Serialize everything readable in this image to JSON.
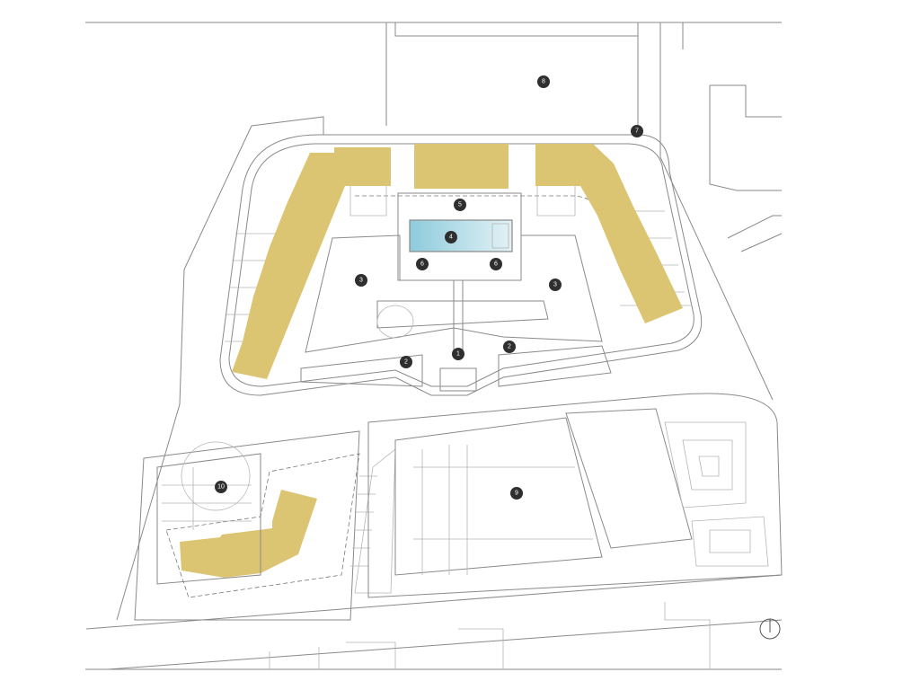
{
  "colors": {
    "building": "#dcc572",
    "pool": "#9fd3e0",
    "marker": "#2f2f2f",
    "line": "#8a8a8a"
  },
  "markers": [
    {
      "id": "m1",
      "label": "1"
    },
    {
      "id": "m2a",
      "label": "2"
    },
    {
      "id": "m2b",
      "label": "2"
    },
    {
      "id": "m3a",
      "label": "3"
    },
    {
      "id": "m3b",
      "label": "3"
    },
    {
      "id": "m4",
      "label": "4"
    },
    {
      "id": "m5",
      "label": "5"
    },
    {
      "id": "m6a",
      "label": "6"
    },
    {
      "id": "m6b",
      "label": "6"
    },
    {
      "id": "m7",
      "label": "7"
    },
    {
      "id": "m8",
      "label": "8"
    },
    {
      "id": "m9",
      "label": "9"
    },
    {
      "id": "m10",
      "label": "10"
    }
  ],
  "north_arrow_icon": "north-arrow-icon"
}
